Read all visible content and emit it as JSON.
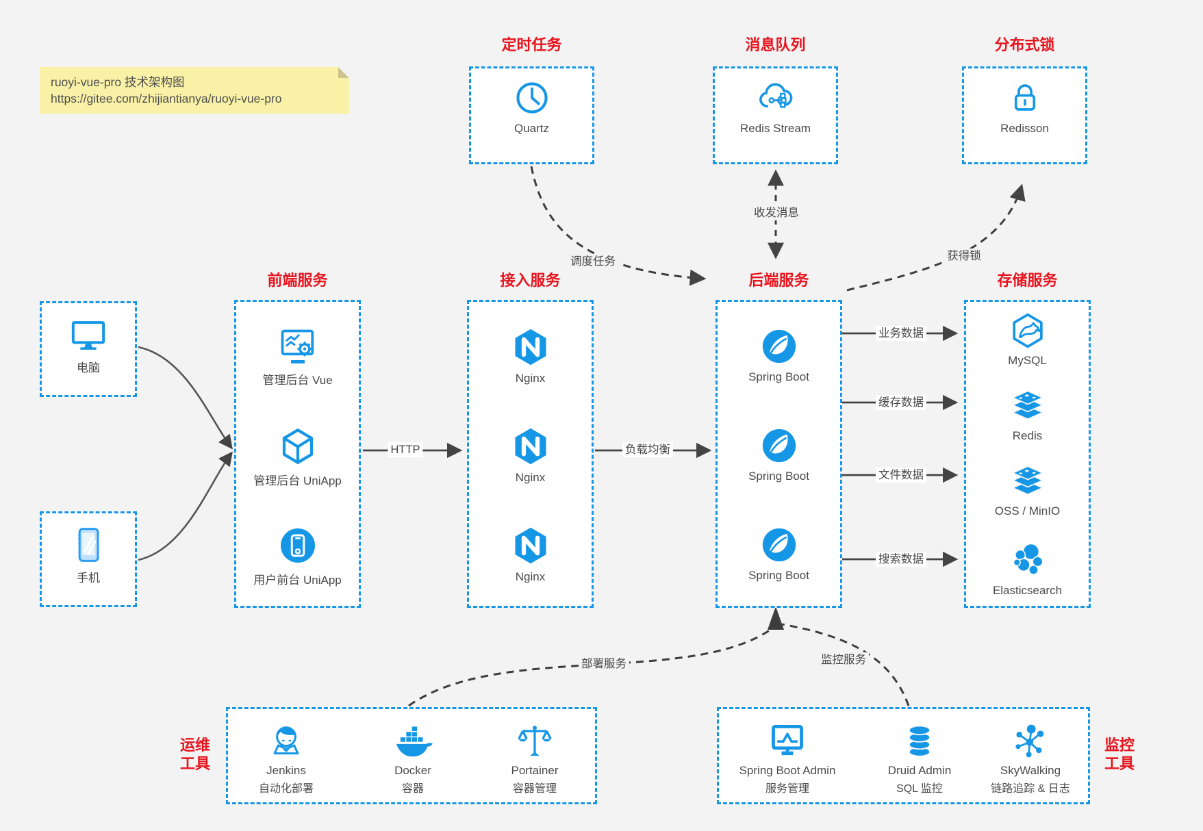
{
  "note": {
    "line1": "ruoyi-vue-pro 技术架构图",
    "line2": "https://gitee.com/zhijiantianya/ruoyi-vue-pro"
  },
  "colors": {
    "accent_blue": "#1697e6",
    "title_red": "#e8131d",
    "note_bg": "#f8f1a6",
    "arrow": "#444444",
    "background": "#f3f3f4"
  },
  "top_services": [
    {
      "title": "定时任务",
      "item": "Quartz",
      "icon": "clock-icon"
    },
    {
      "title": "消息队列",
      "item": "Redis Stream",
      "icon": "cloud-stream-icon"
    },
    {
      "title": "分布式锁",
      "item": "Redisson",
      "icon": "lock-icon"
    }
  ],
  "clients": [
    {
      "label": "电脑",
      "icon": "desktop-icon"
    },
    {
      "label": "手机",
      "icon": "phone-icon"
    }
  ],
  "columns": [
    {
      "title": "前端服务",
      "items": [
        {
          "label": "管理后台 Vue",
          "icon": "admin-vue-icon"
        },
        {
          "label": "管理后台 UniApp",
          "icon": "uniapp-cube-icon"
        },
        {
          "label": "用户前台 UniApp",
          "icon": "user-app-icon"
        }
      ]
    },
    {
      "title": "接入服务",
      "items": [
        {
          "label": "Nginx",
          "icon": "nginx-icon"
        },
        {
          "label": "Nginx",
          "icon": "nginx-icon"
        },
        {
          "label": "Nginx",
          "icon": "nginx-icon"
        }
      ]
    },
    {
      "title": "后端服务",
      "items": [
        {
          "label": "Spring Boot",
          "icon": "spring-boot-icon"
        },
        {
          "label": "Spring Boot",
          "icon": "spring-boot-icon"
        },
        {
          "label": "Spring Boot",
          "icon": "spring-boot-icon"
        }
      ]
    },
    {
      "title": "存储服务",
      "items": [
        {
          "label": "MySQL",
          "icon": "mysql-icon"
        },
        {
          "label": "Redis",
          "icon": "redis-icon"
        },
        {
          "label": "OSS / MinIO",
          "icon": "oss-minio-icon"
        },
        {
          "label": "Elasticsearch",
          "icon": "elasticsearch-icon"
        }
      ]
    }
  ],
  "edges": {
    "http": "HTTP",
    "load_balance": "负载均衡",
    "business_data": "业务数据",
    "cache_data": "缓存数据",
    "file_data": "文件数据",
    "search_data": "搜索数据",
    "schedule_task": "调度任务",
    "send_receive_msg": "收发消息",
    "acquire_lock": "获得锁",
    "deploy_service": "部署服务",
    "monitor_service": "监控服务"
  },
  "tool_groups": [
    {
      "title_line1": "运维",
      "title_line2": "工具",
      "items": [
        {
          "name": "Jenkins",
          "desc": "自动化部署",
          "icon": "jenkins-icon"
        },
        {
          "name": "Docker",
          "desc": "容器",
          "icon": "docker-icon"
        },
        {
          "name": "Portainer",
          "desc": "容器管理",
          "icon": "portainer-icon"
        }
      ]
    },
    {
      "title_line1": "监控",
      "title_line2": "工具",
      "items": [
        {
          "name": "Spring Boot Admin",
          "desc": "服务管理",
          "icon": "spring-boot-admin-icon"
        },
        {
          "name": "Druid Admin",
          "desc": "SQL 监控",
          "icon": "druid-icon"
        },
        {
          "name": "SkyWalking",
          "desc": "链路追踪 & 日志",
          "icon": "skywalking-icon"
        }
      ]
    }
  ]
}
